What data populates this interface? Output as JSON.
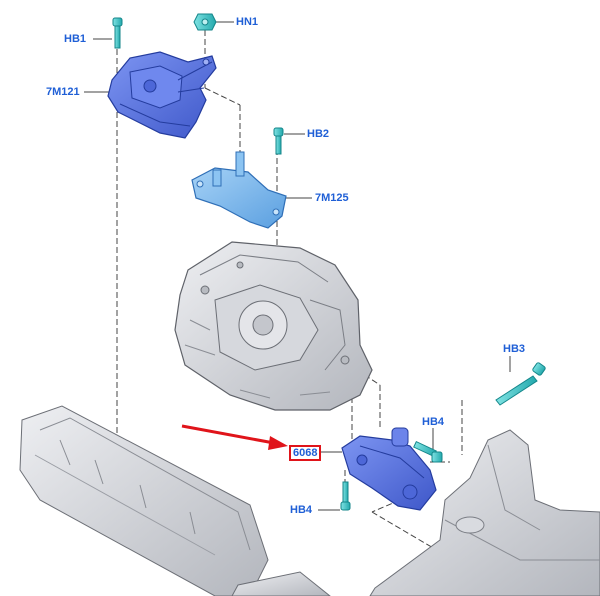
{
  "diagram": {
    "callouts": {
      "hb1": "HB1",
      "hn1": "HN1",
      "m7m121": "7M121",
      "hb2": "HB2",
      "m7m125": "7M125",
      "hb3": "HB3",
      "hb4_upper": "HB4",
      "part_6068": "6068",
      "hb4_lower": "HB4"
    },
    "colors": {
      "callout_text": "#1f5fd6",
      "mount_blue": "#5b78e8",
      "bracket_blue": "#7ab8ee",
      "bolt_teal": "#3cc7c9",
      "highlight_red": "#e0141a",
      "casting_gray": "#c9cbd0"
    },
    "icons": [
      "bolt-icon",
      "nut-icon",
      "arrow-icon"
    ]
  }
}
